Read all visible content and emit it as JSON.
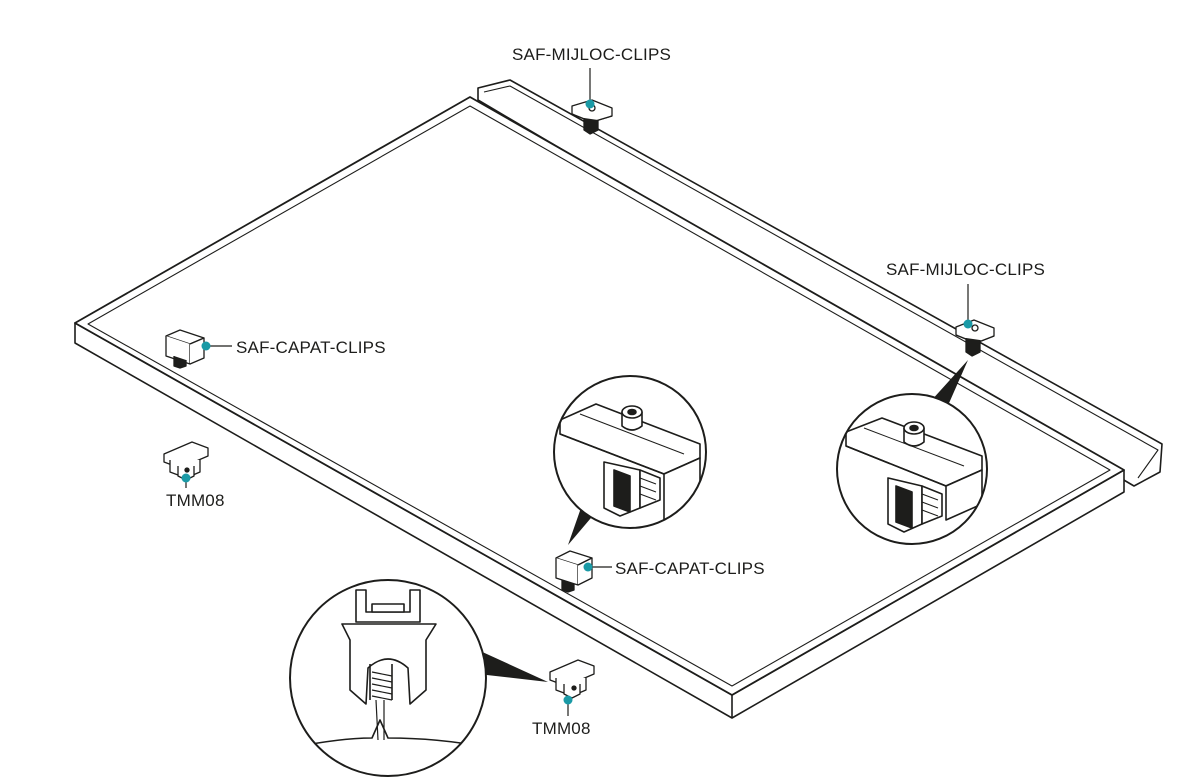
{
  "labels": {
    "mid_clip_top": "SAF-MIJLOC-CLIPS",
    "mid_clip_right": "SAF-MIJLOC-CLIPS",
    "end_clip_left": "SAF-CAPAT-CLIPS",
    "end_clip_center": "SAF-CAPAT-CLIPS",
    "tmm_left": "TMM08",
    "tmm_bottom": "TMM08"
  },
  "colors": {
    "line": "#1d1d1b",
    "accent": "#1a9aa6",
    "background": "#ffffff",
    "detail_fill": "#ffffff"
  }
}
